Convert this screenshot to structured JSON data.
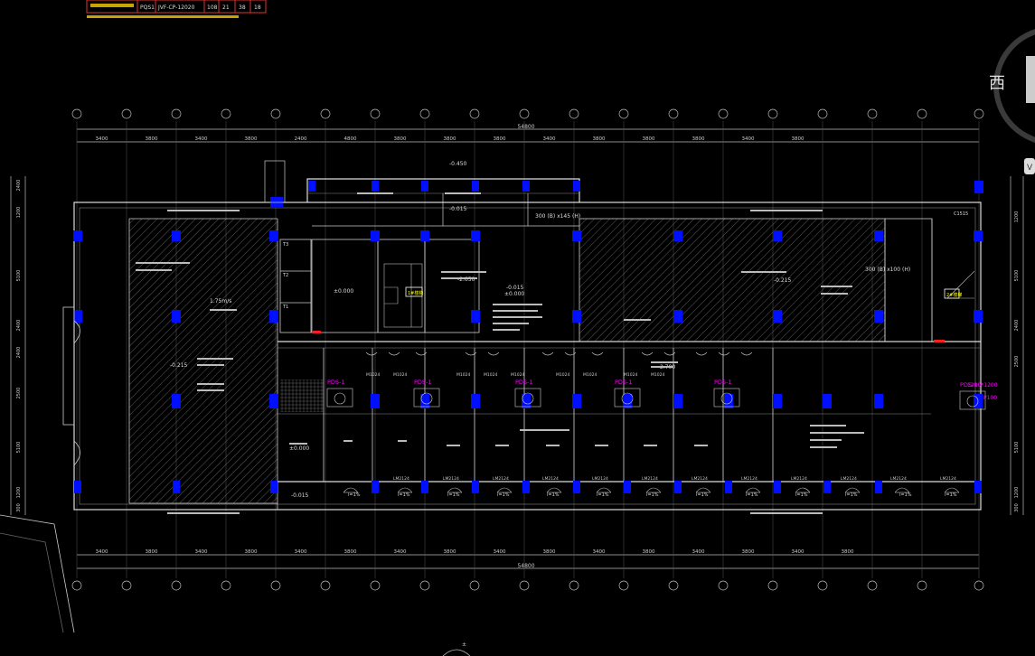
{
  "header_table": {
    "cells": [
      "",
      "PQS1",
      "JVF-CP-12020",
      "108",
      "21",
      "38",
      "18"
    ]
  },
  "header_note": "",
  "overall_dimension_top": "54800",
  "overall_dimension_bottom": "54800",
  "top_spans": [
    "3400",
    "3800",
    "3400",
    "3800",
    "2400",
    "4800",
    "3800",
    "3800",
    "3800",
    "3400",
    "3800",
    "3800",
    "3800",
    "3400",
    "3800"
  ],
  "bottom_spans": [
    "3400",
    "3800",
    "3400",
    "3800",
    "3400",
    "3800",
    "3400",
    "3800",
    "3400",
    "3800",
    "3400",
    "3800",
    "3400",
    "3800",
    "3400",
    "3800"
  ],
  "left_spans": [
    "2400",
    "1200",
    "5100",
    "2400",
    "2400",
    "2500",
    "5100",
    "1200",
    "300"
  ],
  "right_spans": [
    "1200",
    "5100",
    "2400",
    "2500",
    "5100",
    "1200",
    "300"
  ],
  "levels": {
    "top": "-0.450",
    "level_a": "-0.015",
    "level_b": "±0.000",
    "level_c": "-0.215",
    "level_d": "-0.015",
    "level_e": "±0.000",
    "level_f": "-0.215",
    "level_g": "-2.650",
    "level_h": "-0.015",
    "level_i": "2.700",
    "level_j": "±0.000"
  },
  "labels": {
    "slope": "i=1%",
    "fire_tag": "PDS-1",
    "stair_tag": "1#楼梯",
    "stair_tag2": "2#楼梯",
    "c1515": "C1515",
    "t1": "T1",
    "t2": "T2",
    "t3": "T3",
    "area_a": "1.75m/s",
    "area_b": "300 (B) x145 (H)",
    "area_c": "300 (B) x100 (H)",
    "lm2124": "LM2124",
    "m1024": "M1024",
    "magenta_note": "1200*1200",
    "magenta_note2": "P100"
  },
  "compass": {
    "char": "西",
    "letter": "V"
  }
}
